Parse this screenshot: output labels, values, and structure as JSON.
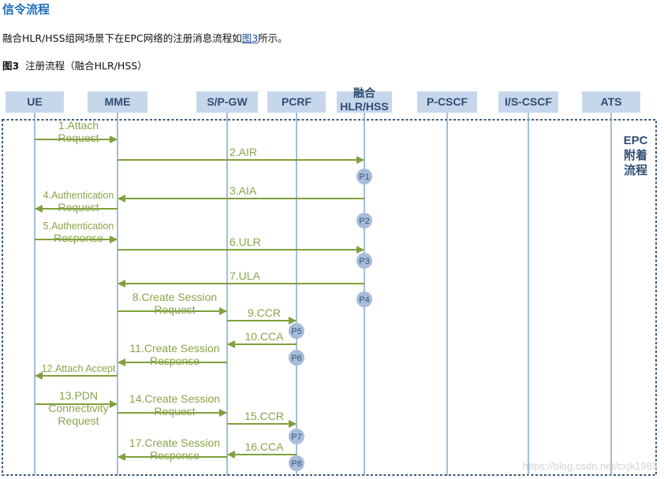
{
  "header": {
    "title": "信令流程",
    "intro_prefix": "融合HLR/HSS组网场景下在EPC网络的注册消息流程如",
    "intro_link": "图3",
    "intro_suffix": "所示。",
    "figure_number": "图3",
    "figure_caption": "注册流程（融合HLR/HSS）"
  },
  "diagram": {
    "entities": [
      {
        "label": "UE"
      },
      {
        "label": "MME"
      },
      {
        "label": "S/P-GW"
      },
      {
        "label": "PCRF"
      },
      {
        "label": "融合",
        "label2": "HLR/HSS"
      },
      {
        "label": "P-CSCF"
      },
      {
        "label": "I/S-CSCF"
      },
      {
        "label": "ATS"
      }
    ],
    "frame_label": [
      "EPC",
      "附着",
      "流程"
    ],
    "messages": [
      {
        "from": 0,
        "to": 1,
        "lines": [
          "1.Attach",
          "Request"
        ]
      },
      {
        "from": 1,
        "to": 4,
        "lines": [
          "2.AIR"
        ]
      },
      {
        "from": 4,
        "to": 1,
        "lines": [
          "3.AIA"
        ]
      },
      {
        "from": 1,
        "to": 0,
        "lines": [
          "4.Authentication",
          "Request"
        ]
      },
      {
        "from": 0,
        "to": 1,
        "lines": [
          "5.Authentication",
          "Response"
        ]
      },
      {
        "from": 1,
        "to": 4,
        "lines": [
          "6.ULR"
        ]
      },
      {
        "from": 4,
        "to": 1,
        "lines": [
          "7.ULA"
        ]
      },
      {
        "from": 1,
        "to": 2,
        "lines": [
          "8.Create Session",
          "Request"
        ]
      },
      {
        "from": 2,
        "to": 3,
        "lines": [
          "9.CCR"
        ]
      },
      {
        "from": 3,
        "to": 2,
        "lines": [
          "10.CCA"
        ]
      },
      {
        "from": 2,
        "to": 1,
        "lines": [
          "11.Create Session",
          "Response"
        ]
      },
      {
        "from": 1,
        "to": 0,
        "lines": [
          "12.Attach Accept"
        ]
      },
      {
        "from": 0,
        "to": 1,
        "lines": [
          "13.PDN",
          "Connectivity",
          "Request"
        ]
      },
      {
        "from": 1,
        "to": 2,
        "lines": [
          "14.Create Session",
          "Request"
        ]
      },
      {
        "from": 2,
        "to": 3,
        "lines": [
          "15.CCR"
        ]
      },
      {
        "from": 3,
        "to": 2,
        "lines": [
          "16.CCA"
        ]
      },
      {
        "from": 2,
        "to": 1,
        "lines": [
          "17.Create Session",
          "Response"
        ]
      }
    ],
    "points": [
      {
        "label": "P1",
        "entity": 4
      },
      {
        "label": "P2",
        "entity": 4
      },
      {
        "label": "P3",
        "entity": 4
      },
      {
        "label": "P4",
        "entity": 4
      },
      {
        "label": "P5",
        "entity": 3
      },
      {
        "label": "P6",
        "entity": 3
      },
      {
        "label": "P7",
        "entity": 3
      },
      {
        "label": "P8",
        "entity": 3
      }
    ],
    "watermark": "https://blog.csdn.net/cxjk1983"
  },
  "colors": {
    "message": "#7fa03c",
    "message_text": "#8aa34a",
    "entity_box": "#c7d7eb",
    "entity_text": "#2f4e72",
    "title": "#1f6fbf"
  }
}
